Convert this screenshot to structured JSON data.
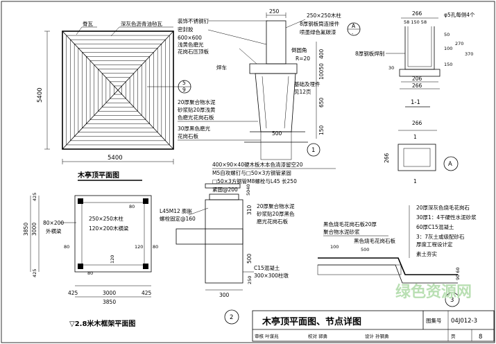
{
  "roof_plan": {
    "title": "木亭顶平面图",
    "label_ridge_tile": "脊瓦",
    "label_asphalt_tile": "深灰色沥青油毡瓦",
    "dim_height": "5400",
    "dim_width": "5400",
    "ref_num": "5",
    "ref_sheet": "9"
  },
  "detail1": {
    "number": "1",
    "dim_250": "250",
    "dim_500": "500",
    "dim_400": "400",
    "dim_10050": "10050",
    "dim_650": "650",
    "dim_150": "150",
    "label_nail": "装饰不锈钢钉",
    "label_sealant": "密封胶",
    "label_stone_600": "600×600",
    "label_stone_600_b": "浅黄色磨光",
    "label_stone_600_c": "花岗石压顶板",
    "label_weld": "焊车",
    "label_mortar_20": "20厚聚合物水泥",
    "label_mortar_20_b": "砂浆贴20厚浅黄",
    "label_mortar_20_c": "色磨光花岗石板",
    "label_black_30": "30厚黑色磨光",
    "label_black_30_b": "花岗石板",
    "label_post_250": "250×250木柱",
    "label_steel_tube": "8厚钢板筒连接件",
    "label_green_paint": "喷墨绿色氟碳漆",
    "ref_a": "A",
    "ref_a_sheet": "-",
    "label_chamfer": "倒圆角",
    "label_chamfer_r": "R=20",
    "label_embed": "基础及埋件",
    "label_embed_b": "见12页"
  },
  "section11": {
    "title": "1-1",
    "dim_266": "266",
    "dim_58_150_58": "58 150 58",
    "label_holes": "φ5孔每侧4个",
    "label_plate": "8厚钢板焊制",
    "dim_30": "30",
    "dim_206": "206",
    "dim_266b": "266",
    "dim_50": "50",
    "dim_100": "100",
    "dim_150": "150",
    "dim_270": "270",
    "dim_370": "370"
  },
  "detail_a": {
    "letter": "A",
    "dim_266": "266",
    "dim_266v": "266",
    "cut_1a": "1",
    "cut_1b": "1"
  },
  "frame_plan": {
    "title": "▽2.8米木框架平面图",
    "dim_425a": "425",
    "dim_3000": "3000",
    "dim_425b": "425",
    "dim_3850": "3850",
    "dim_3850v": "3850",
    "dim_3000v": "3000",
    "dim_425v": "425",
    "dim_425v2": "425",
    "label_beam_out": "80×200",
    "label_beam_out_b": "外横梁",
    "label_post": "250×250木柱",
    "label_beam_in": "120×200木横梁",
    "dim_80a": "80",
    "dim_120": "120",
    "dim_80b": "80",
    "dim_80c": "80",
    "dim_80d": "80",
    "dim_120b": "120"
  },
  "detail2": {
    "number": "2",
    "label_wood_board": "400×90×40硬木板木本色清漆留空20",
    "label_bolt_a": "M5自攻螺钉与□50×3方钢管紧固",
    "label_bolt_b": "□50×3方钢管M8螺栓与L45 长250",
    "label_bolt_c": "紧固@200",
    "label_anchor": "L45M12 膨胀",
    "label_anchor_b": "螺栓固定@160",
    "label_mortar": "20厚聚合物水泥",
    "label_mortar_b": "砂浆贴20厚黑色",
    "label_mortar_c": "磨光花岗石板",
    "label_concrete": "C15混凝土",
    "label_pad": "300×300柱墩",
    "dim_300": "300",
    "dim_5040": "5040",
    "dim_310": "310",
    "dim_500": "500",
    "dim_250": "250"
  },
  "detail3": {
    "number": "3",
    "label_stone_20": "黑色烧毛花岗石板20厚",
    "label_mortar_20": "聚合物水泥砂浆",
    "label_black_stone": "黑色烧毛花岗石板",
    "dim_100": "100",
    "dim_500": "500",
    "dim_9060": "90 60",
    "layer_1": "20厚深灰色烧毛花岗石",
    "layer_2": "30厚1：4干硬性水泥砂浆",
    "layer_3": "60厚C15混凝土",
    "layer_4": "3：7灰土或级配砂石",
    "layer_4b": "厚度工程设计定",
    "layer_5": "素土夯实"
  },
  "title_block": {
    "title": "木亭顶平面图、节点详图",
    "atlas_label": "图集号",
    "atlas_number": "04J012-3",
    "review": "审核 叶谋兆",
    "check": "校对 郭勇",
    "design": "设计 孙钢勇",
    "page_label": "页",
    "page_number": "8"
  },
  "watermark": {
    "text": "绿色资源网"
  }
}
